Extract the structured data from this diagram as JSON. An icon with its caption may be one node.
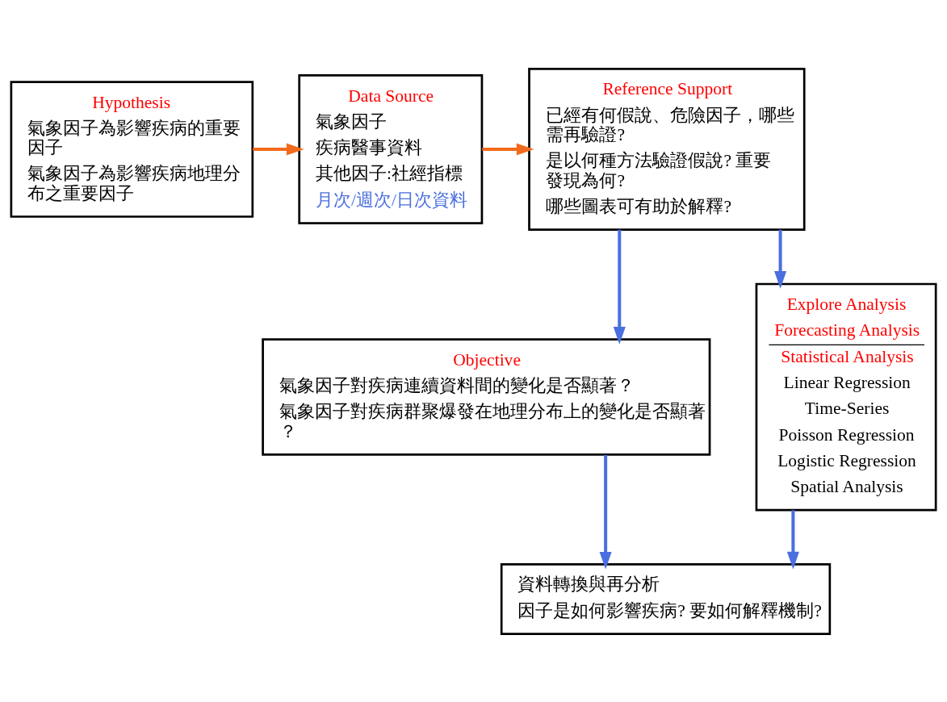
{
  "diagram": {
    "nodes": [
      {
        "text": [
          "Hypothesis",
          "氣象因子為影響疾病的重要因子",
          "氣象因子為影響疾病地理分布之重要因子"
        ]
      },
      {
        "text": [
          "Data Source",
          "氣象因子",
          "疾病醫事資料",
          "其他因子:社經指標",
          "月次/週次/日次資料"
        ]
      },
      {
        "text": [
          "Reference Support",
          "已經有何假說、危險因子，哪些需再驗證?",
          "是以何種方法驗證假說? 重要發現為何?",
          "哪些圖表可有助於解釋?"
        ]
      },
      {
        "text": [
          "Objective",
          "氣象因子對疾病連續資料間的變化是否顯著？",
          "氣象因子對疾病群聚爆發在地理分布上的變化是否顯著？"
        ]
      },
      {
        "text": [
          "Explore Analysis",
          "Forecasting Analysis",
          "Statistical Analysis",
          "Linear Regression",
          "Time-Series",
          "Poisson Regression",
          "Logistic Regression",
          "Spatial Analysis"
        ]
      },
      {
        "text": [
          "資料轉換與再分析",
          "因子是如何影響疾病? 要如何解釋機制?"
        ]
      }
    ],
    "edges": [
      {
        "from": 0,
        "to": 1,
        "arrow": "to",
        "color": "#f26b1d"
      },
      {
        "from": 1,
        "to": 2,
        "arrow": "to",
        "color": "#f26b1d"
      },
      {
        "from": 2,
        "to": 3,
        "arrow": "to"
      },
      {
        "from": 2,
        "to": 4,
        "arrow": "to"
      },
      {
        "from": 3,
        "to": 5,
        "arrow": "to"
      },
      {
        "from": 4,
        "to": 5,
        "arrow": "to"
      }
    ]
  }
}
